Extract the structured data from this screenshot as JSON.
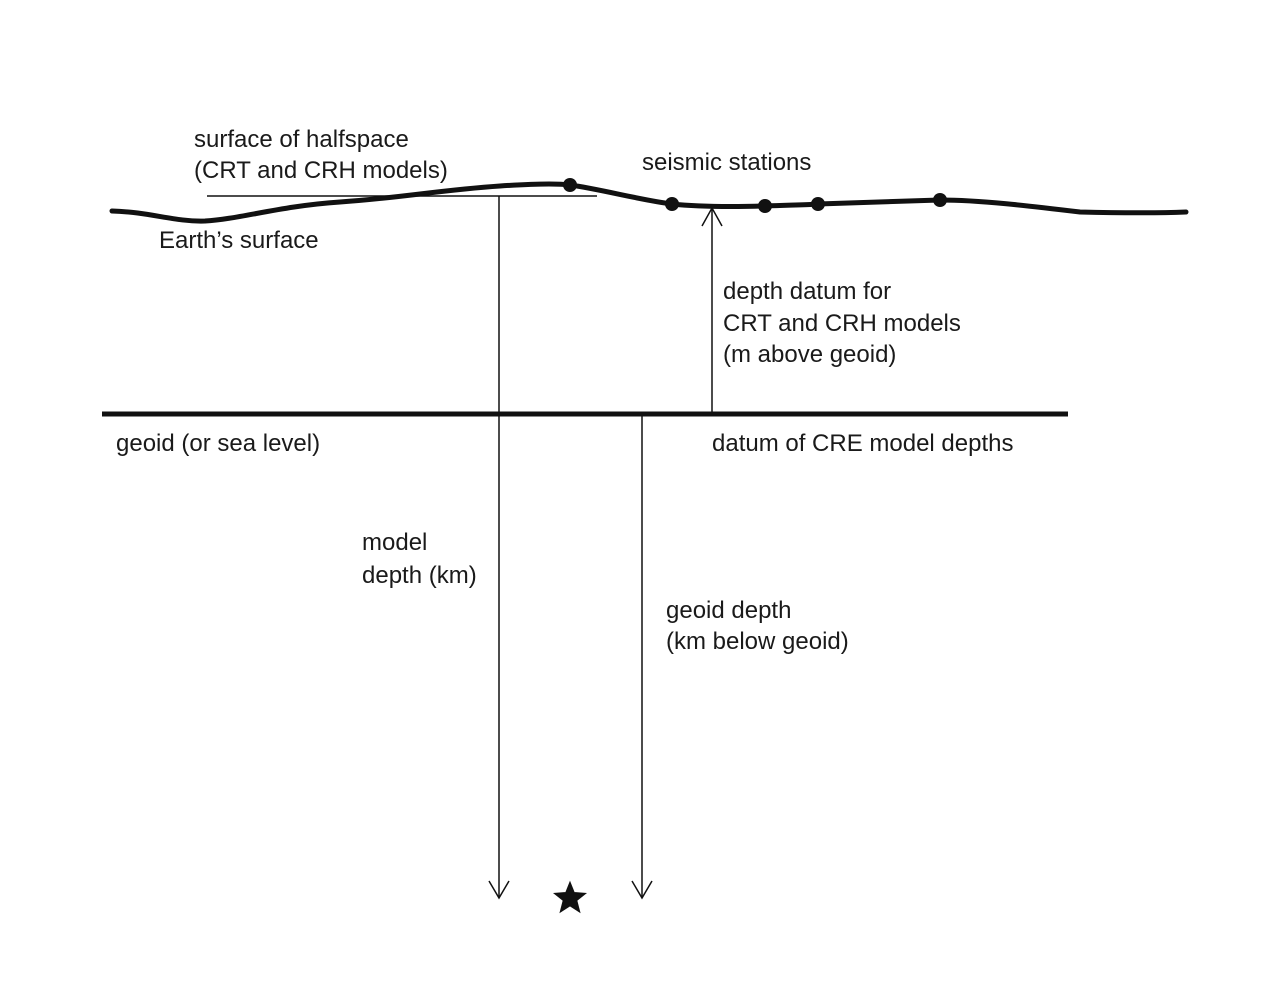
{
  "labels": {
    "halfspace_line1": "surface of halfspace",
    "halfspace_line2": "(CRT and CRH models)",
    "seismic_stations": "seismic stations",
    "earth_surface": "Earth’s surface",
    "depth_datum_line1": "depth datum for",
    "depth_datum_line2": "CRT and CRH models",
    "depth_datum_line3": "(m above geoid)",
    "geoid": "geoid (or sea level)",
    "cre_datum": "datum of CRE model depths",
    "model_depth_line1": "model",
    "model_depth_line2": "depth (km)",
    "geoid_depth_line1": "geoid depth",
    "geoid_depth_line2": "(km below geoid)"
  },
  "colors": {
    "ink": "#111111",
    "background": "#ffffff"
  },
  "icons": {
    "station": "filled-circle",
    "earthquake": "star"
  }
}
